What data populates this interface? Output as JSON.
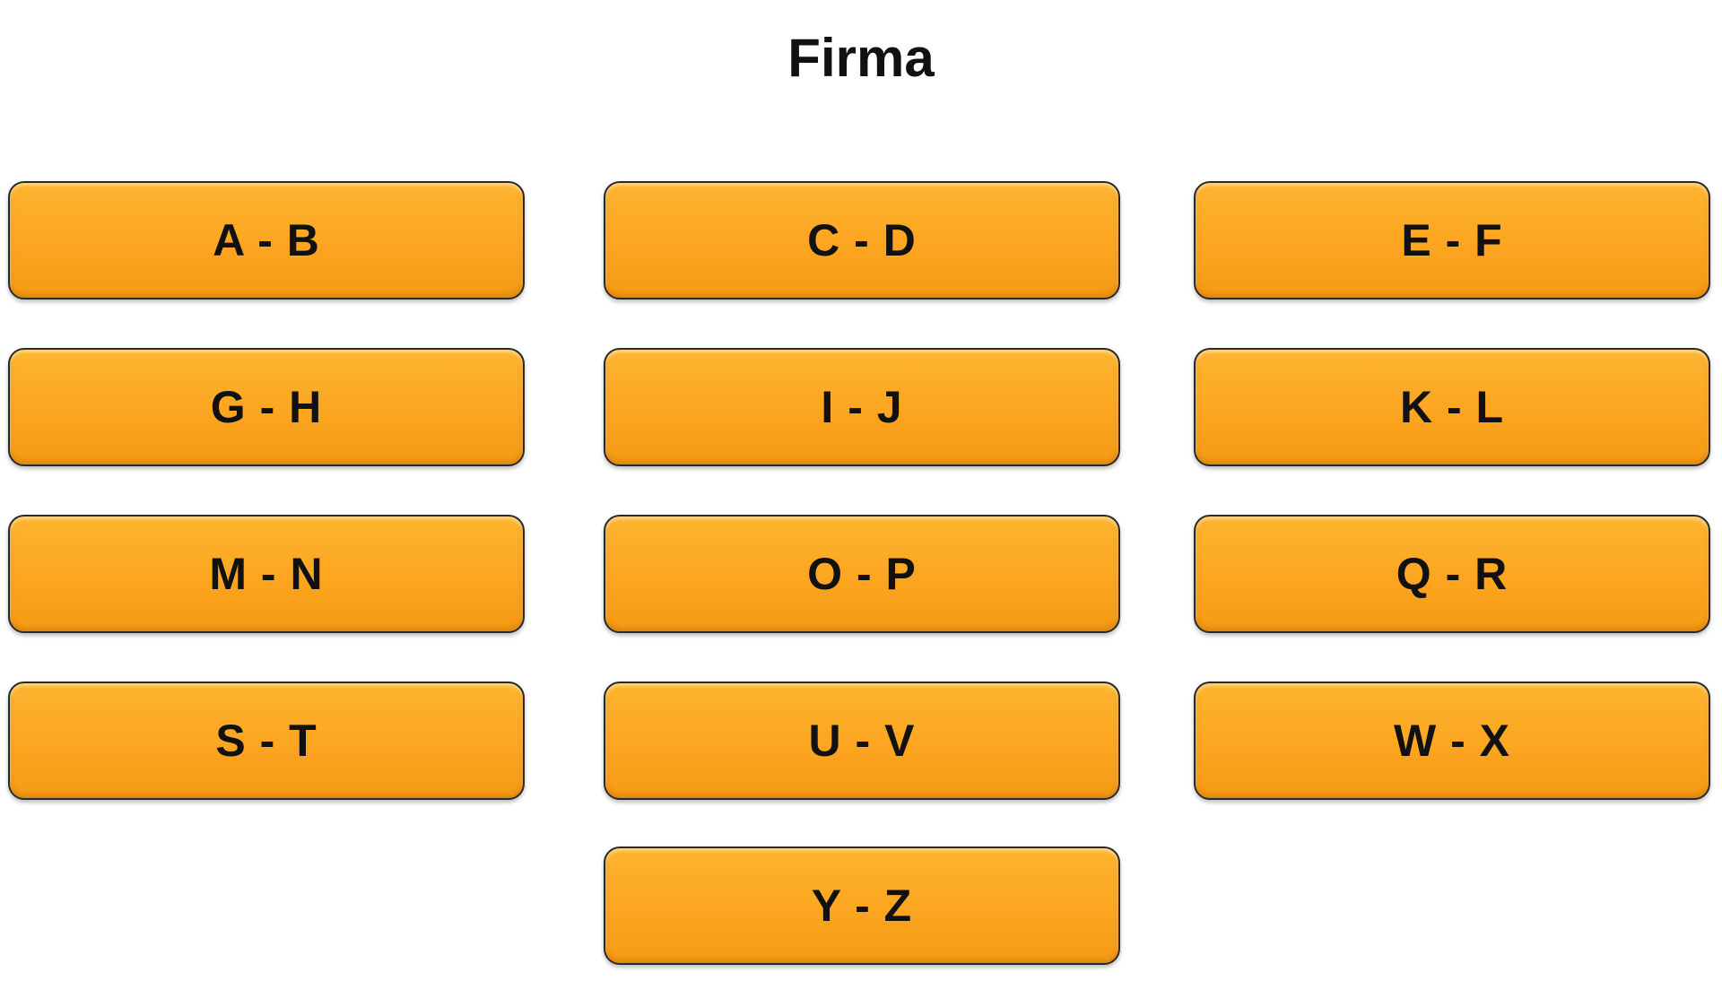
{
  "title": "Firma",
  "buttons": [
    {
      "label": "A - B"
    },
    {
      "label": "C - D"
    },
    {
      "label": "E - F"
    },
    {
      "label": "G - H"
    },
    {
      "label": "I - J"
    },
    {
      "label": "K - L"
    },
    {
      "label": "M - N"
    },
    {
      "label": "O - P"
    },
    {
      "label": "Q - R"
    },
    {
      "label": "S - T"
    },
    {
      "label": "U - V"
    },
    {
      "label": "W - X"
    },
    {
      "label": "Y - Z"
    }
  ],
  "colors": {
    "button_fill": "#fca520",
    "button_border": "#2a2a2a",
    "text": "#111111"
  }
}
